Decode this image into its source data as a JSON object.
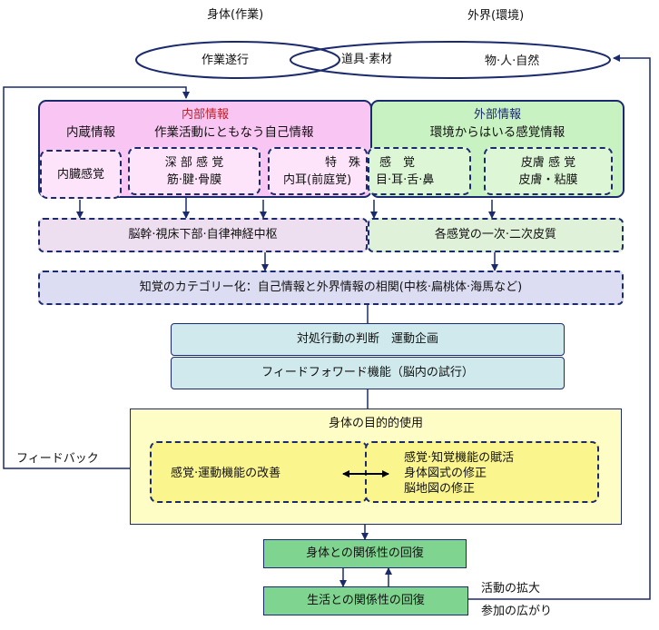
{
  "top": {
    "label_left": "身体(作業)",
    "label_right": "外界(環境)",
    "ellipse_left_text": "作業遂行",
    "ellipse_overlap_text": "道具·素材",
    "ellipse_right_text": "物·人·自然"
  },
  "internal": {
    "title": "内部情報",
    "sub_left": "内蔵情報",
    "sub_right": "作業活動にともなう自己情報",
    "visceral": "内臓感覚",
    "deep_line1": "深 部 感 覚",
    "deep_line2": "筋·腱·骨膜",
    "special_line1": "特　殊",
    "special_line2": "内耳(前庭覚)"
  },
  "external": {
    "title": "外部情報",
    "subtitle": "環境からはいる感覚情報",
    "sense_line1": "感　覚",
    "sense_line2": "目·耳·舌·鼻",
    "skin_line1": "皮膚 感 覚",
    "skin_line2": "皮膚・粘膜"
  },
  "brainstem": "脳幹·視床下部·自律神経中枢",
  "cortex": "各感覚の一次·二次皮質",
  "categorization": "知覚のカテゴリー化：自己情報と外界情報の相関(中核·扁桃体·海馬など)",
  "judgment": "対処行動の判断　運動企画",
  "feedforward": "フィードフォワード機能（脳内の試行）",
  "purposeful": {
    "title": "身体の目的的使用",
    "left": "感覚·運動機能の改善",
    "right_line1": "感覚·知覚機能の賦活",
    "right_line2": "身体図式の修正",
    "right_line3": "脳地図の修正"
  },
  "feedback_label": "フィードバック",
  "body_relation": "身体との関係性の回復",
  "life_relation": "生活との関係性の回復",
  "activity_expand": "活動の拡大",
  "participation": "参加の広がり",
  "colors": {
    "navy": "#1a2a6c",
    "internal_fill": "#f9c6f3",
    "external_fill": "#c9f2c2",
    "brainstem_fill": "#eedff0",
    "cortex_fill": "#dff1d8",
    "categorization_fill": "#dcdcf3",
    "teal_fill": "#cfe9ec",
    "yellow_outer": "#fffdc6",
    "yellow_inner": "#fbf58e",
    "green_fill": "#7fd58f",
    "internal_title_color": "#c0202a"
  }
}
